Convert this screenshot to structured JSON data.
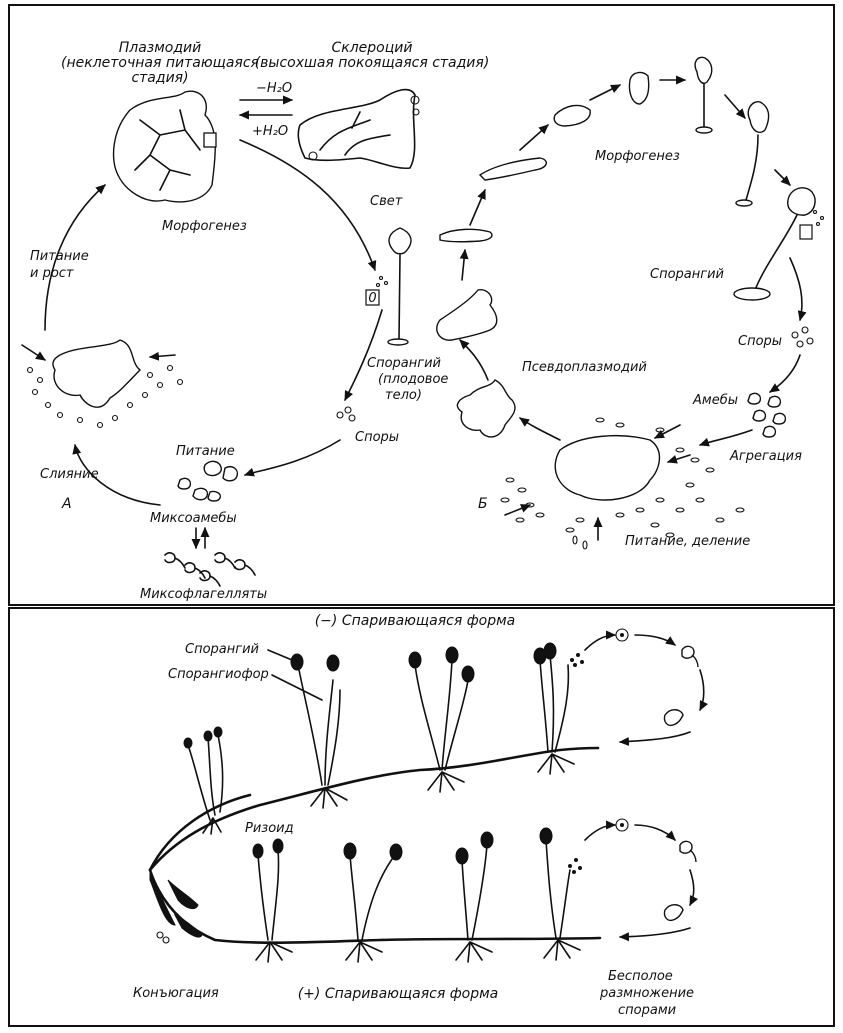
{
  "panel_a": {
    "plasmodium_title_1": "Плазмодий",
    "plasmodium_title_2": "(неклеточная питающаяся",
    "plasmodium_title_3": "стадия)",
    "sclerotium_title_1": "Склероций",
    "sclerotium_title_2": "(высохшая покоящаяся стадия)",
    "minus_water": "−H₂O",
    "plus_water": "+H₂O",
    "light": "Свет",
    "morphogenesis": "Морфогенез",
    "feeding_growth_1": "Питание",
    "feeding_growth_2": "и рост",
    "fusion": "Слияние",
    "letter": "А",
    "feeding": "Питание",
    "myxamoebae": "Миксоамебы",
    "myxoflagellates": "Миксофлагелляты",
    "spores": "Споры",
    "sporangium_1": "Спорангий",
    "sporangium_2": "(плодовое",
    "sporangium_3": "тело)"
  },
  "panel_b": {
    "morphogenesis": "Морфогенез",
    "sporangium": "Спорангий",
    "spores": "Споры",
    "amoebae": "Амебы",
    "aggregation": "Агрегация",
    "pseudoplasmodium": "Псевдоплазмодий",
    "letter": "Б",
    "feeding_division": "Питание, деление"
  },
  "panel_c": {
    "minus_mating": "(−) Спаривающаяся форма",
    "plus_mating": "(+) Спаривающаяся форма",
    "sporangium": "Спорангий",
    "sporangiophore": "Спорангиофор",
    "rhizoid": "Ризоид",
    "conjugation": "Конъюгация",
    "asexual_1": "Бесполое",
    "asexual_2": "размножение",
    "asexual_3": "спорами"
  }
}
